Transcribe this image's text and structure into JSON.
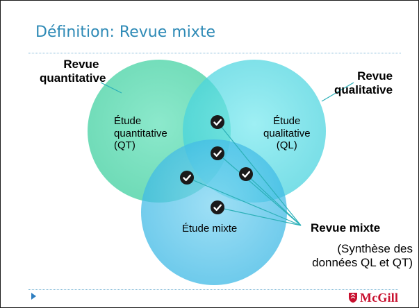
{
  "slide": {
    "title": "Définition: Revue mixte"
  },
  "labels": {
    "quant_review_line1": "Revue",
    "quant_review_line2": "quantitative",
    "qual_review_line1": "Revue",
    "qual_review_line2": "qualitative",
    "quant_study_line1": "Étude",
    "quant_study_line2": "quantitative",
    "quant_study_line3": "(QT)",
    "qual_study_line1": "Étude",
    "qual_study_line2": "qualitative",
    "qual_study_line3": "(QL)",
    "mixed_study": "Étude mixte",
    "mixed_review": "Revue mixte",
    "mixed_review_sub_line1": "(Synthèse des",
    "mixed_review_sub_line2": "données QL et QT)"
  },
  "footer": {
    "logo_text": "McGill"
  },
  "colors": {
    "title": "#2e8ab6",
    "circle_quantitative": "#3fcf9f",
    "circle_qualitative": "#3fd0dc",
    "circle_mixed": "#36b6e4",
    "pointer_lines": "#2cb0b8",
    "check_badge": "#1a1a1a",
    "logo": "#c8102e"
  },
  "icons": {
    "check": "check-circle-icon",
    "bullet": "triangle-bullet-icon",
    "logo": "mcgill-shield-icon"
  }
}
